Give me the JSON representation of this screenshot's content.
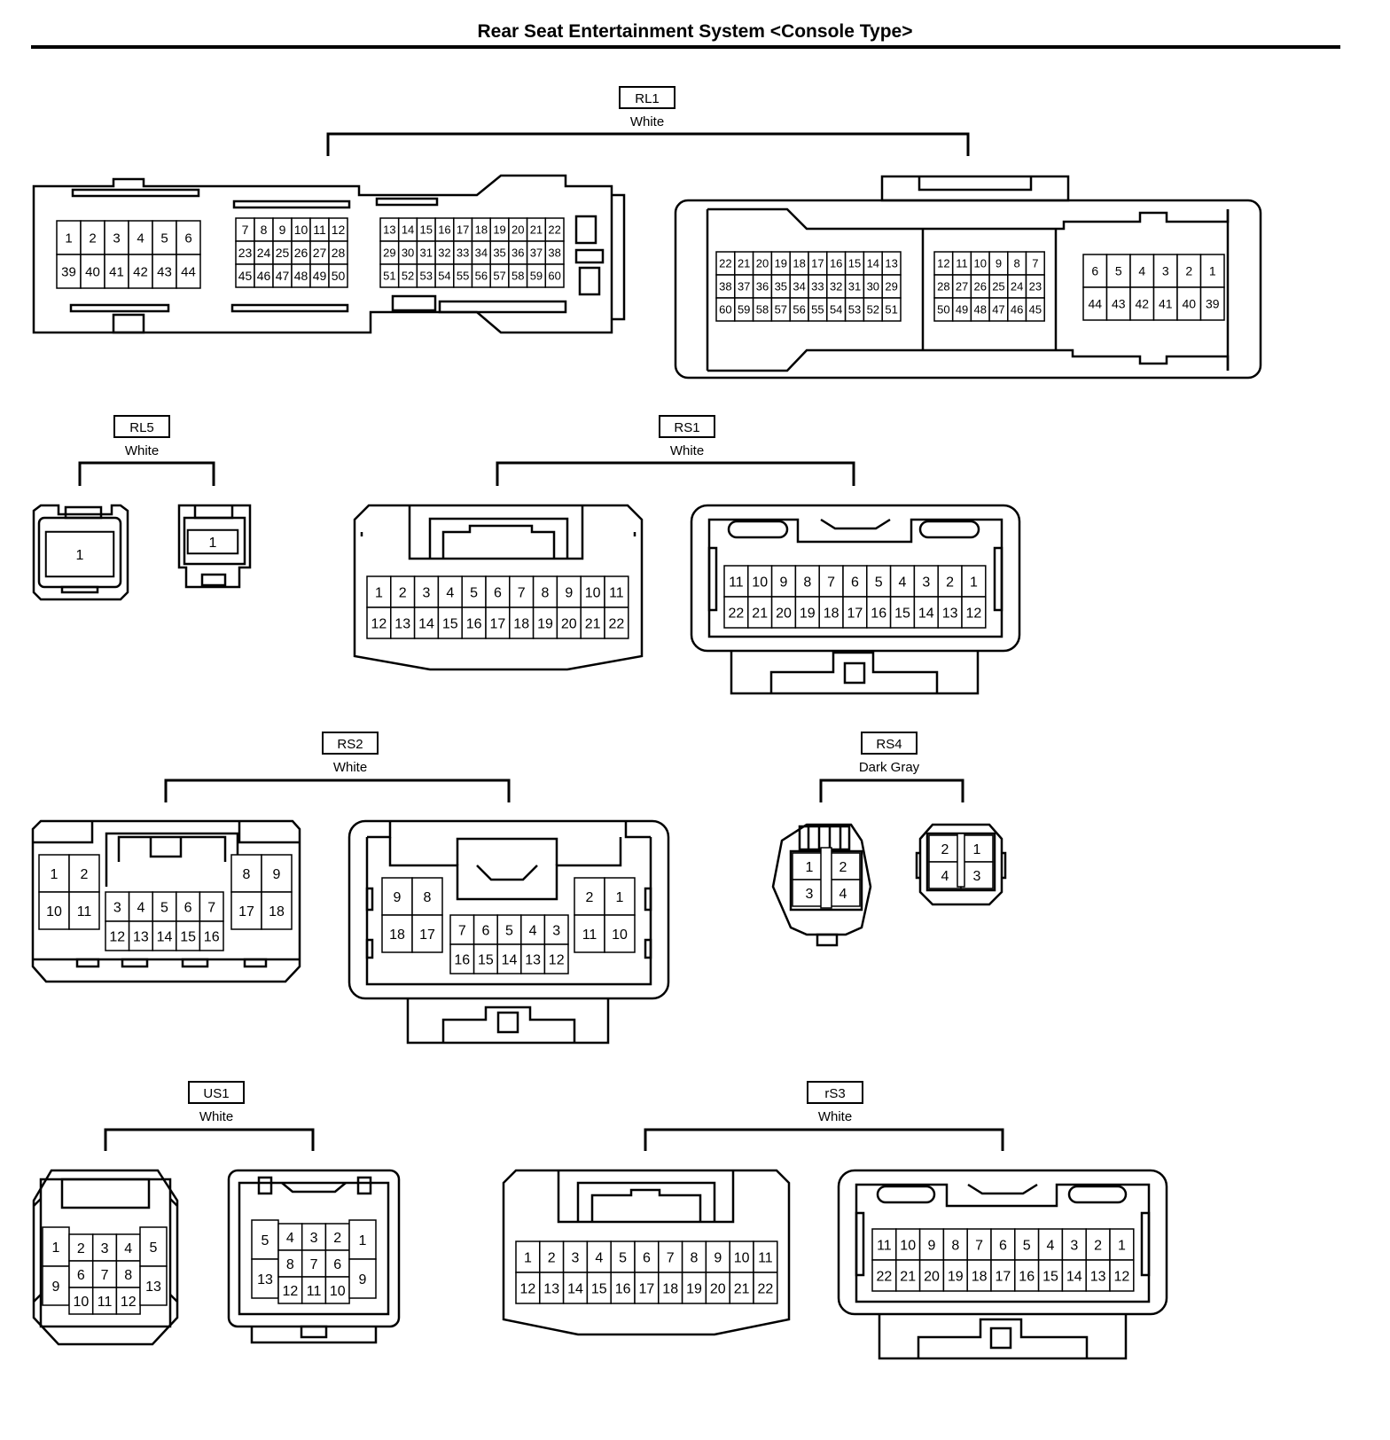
{
  "title": "Rear Seat Entertainment System <Console Type>",
  "colors": {
    "line": "#000000",
    "background": "#ffffff"
  },
  "connectors": {
    "rl1": {
      "id": "RL1",
      "color": "White",
      "view_a": {
        "block1": {
          "row1": [
            "1",
            "2",
            "3",
            "4",
            "5",
            "6"
          ],
          "row2": [
            "39",
            "40",
            "41",
            "42",
            "43",
            "44"
          ]
        },
        "block2": {
          "row1": [
            "7",
            "8",
            "9",
            "10",
            "11",
            "12"
          ],
          "row2": [
            "23",
            "24",
            "25",
            "26",
            "27",
            "28"
          ],
          "row3": [
            "45",
            "46",
            "47",
            "48",
            "49",
            "50"
          ]
        },
        "block3": {
          "row1": [
            "13",
            "14",
            "15",
            "16",
            "17",
            "18",
            "19",
            "20",
            "21",
            "22"
          ],
          "row2": [
            "29",
            "30",
            "31",
            "32",
            "33",
            "34",
            "35",
            "36",
            "37",
            "38"
          ],
          "row3": [
            "51",
            "52",
            "53",
            "54",
            "55",
            "56",
            "57",
            "58",
            "59",
            "60"
          ]
        }
      },
      "view_b": {
        "block1": {
          "row1": [
            "22",
            "21",
            "20",
            "19",
            "18",
            "17",
            "16",
            "15",
            "14",
            "13"
          ],
          "row2": [
            "38",
            "37",
            "36",
            "35",
            "34",
            "33",
            "32",
            "31",
            "30",
            "29"
          ],
          "row3": [
            "60",
            "59",
            "58",
            "57",
            "56",
            "55",
            "54",
            "53",
            "52",
            "51"
          ]
        },
        "block2": {
          "row1": [
            "12",
            "11",
            "10",
            "9",
            "8",
            "7"
          ],
          "row2": [
            "28",
            "27",
            "26",
            "25",
            "24",
            "23"
          ],
          "row3": [
            "50",
            "49",
            "48",
            "47",
            "46",
            "45"
          ]
        },
        "block3": {
          "row1": [
            "6",
            "5",
            "4",
            "3",
            "2",
            "1"
          ],
          "row2": [
            "44",
            "43",
            "42",
            "41",
            "40",
            "39"
          ]
        }
      }
    },
    "rl5": {
      "id": "RL5",
      "color": "White",
      "view_a": [
        "1"
      ],
      "view_b": [
        "1"
      ]
    },
    "rs1": {
      "id": "RS1",
      "color": "White",
      "view_a": {
        "row1": [
          "1",
          "2",
          "3",
          "4",
          "5",
          "6",
          "7",
          "8",
          "9",
          "10",
          "11"
        ],
        "row2": [
          "12",
          "13",
          "14",
          "15",
          "16",
          "17",
          "18",
          "19",
          "20",
          "21",
          "22"
        ]
      },
      "view_b": {
        "row1": [
          "11",
          "10",
          "9",
          "8",
          "7",
          "6",
          "5",
          "4",
          "3",
          "2",
          "1"
        ],
        "row2": [
          "22",
          "21",
          "20",
          "19",
          "18",
          "17",
          "16",
          "15",
          "14",
          "13",
          "12"
        ]
      }
    },
    "rs2": {
      "id": "RS2",
      "color": "White",
      "view_a": {
        "left": [
          [
            "1",
            "2"
          ],
          [
            "10",
            "11"
          ]
        ],
        "center": [
          [
            "3",
            "4",
            "5",
            "6",
            "7"
          ],
          [
            "12",
            "13",
            "14",
            "15",
            "16"
          ]
        ],
        "right": [
          [
            "8",
            "9"
          ],
          [
            "17",
            "18"
          ]
        ]
      },
      "view_b": {
        "left": [
          [
            "9",
            "8"
          ],
          [
            "18",
            "17"
          ]
        ],
        "center": [
          [
            "7",
            "6",
            "5",
            "4",
            "3"
          ],
          [
            "16",
            "15",
            "14",
            "13",
            "12"
          ]
        ],
        "right": [
          [
            "2",
            "1"
          ],
          [
            "11",
            "10"
          ]
        ]
      }
    },
    "rs4": {
      "id": "RS4",
      "color": "Dark Gray",
      "view_a": [
        [
          "1",
          "2"
        ],
        [
          "3",
          "4"
        ]
      ],
      "view_b": [
        [
          "2",
          "1"
        ],
        [
          "4",
          "3"
        ]
      ]
    },
    "us1": {
      "id": "US1",
      "color": "White",
      "view_a": {
        "left": [
          "1",
          "9"
        ],
        "center": [
          [
            "2",
            "3",
            "4"
          ],
          [
            "6",
            "7",
            "8"
          ],
          [
            "10",
            "11",
            "12"
          ]
        ],
        "right": [
          "5",
          "13"
        ]
      },
      "view_b": {
        "left": [
          "5",
          "13"
        ],
        "center": [
          [
            "4",
            "3",
            "2"
          ],
          [
            "8",
            "7",
            "6"
          ],
          [
            "12",
            "11",
            "10"
          ]
        ],
        "right": [
          "1",
          "9"
        ]
      }
    },
    "rs3": {
      "id": "rS3",
      "color": "White",
      "view_a": {
        "row1": [
          "1",
          "2",
          "3",
          "4",
          "5",
          "6",
          "7",
          "8",
          "9",
          "10",
          "11"
        ],
        "row2": [
          "12",
          "13",
          "14",
          "15",
          "16",
          "17",
          "18",
          "19",
          "20",
          "21",
          "22"
        ]
      },
      "view_b": {
        "row1": [
          "11",
          "10",
          "9",
          "8",
          "7",
          "6",
          "5",
          "4",
          "3",
          "2",
          "1"
        ],
        "row2": [
          "22",
          "21",
          "20",
          "19",
          "18",
          "17",
          "16",
          "15",
          "14",
          "13",
          "12"
        ]
      }
    }
  }
}
